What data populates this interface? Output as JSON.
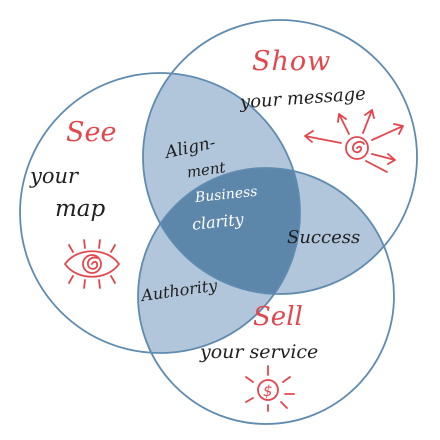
{
  "colors": {
    "circle_stroke": "#5f8bb0",
    "overlap_fill": "#a8c0d6",
    "center_fill": "#5d86ab",
    "ink": "#1f1f1f",
    "accent_red": "#e2474e",
    "center_text": "#ffffff"
  },
  "circles": {
    "see": {
      "title": "See",
      "line1": "your",
      "line2": "map",
      "icon": "eye-icon"
    },
    "show": {
      "title": "Show",
      "line1": "your message",
      "icon": "radiating-spiral-icon"
    },
    "sell": {
      "title": "Sell",
      "line1": "your service",
      "icon": "dollar-coin-icon"
    }
  },
  "overlaps": {
    "see_show": {
      "line1": "Align-",
      "line2": "ment"
    },
    "show_sell": "Success",
    "see_sell": "Authority",
    "center": {
      "line1": "Business",
      "line2": "clarity"
    }
  }
}
